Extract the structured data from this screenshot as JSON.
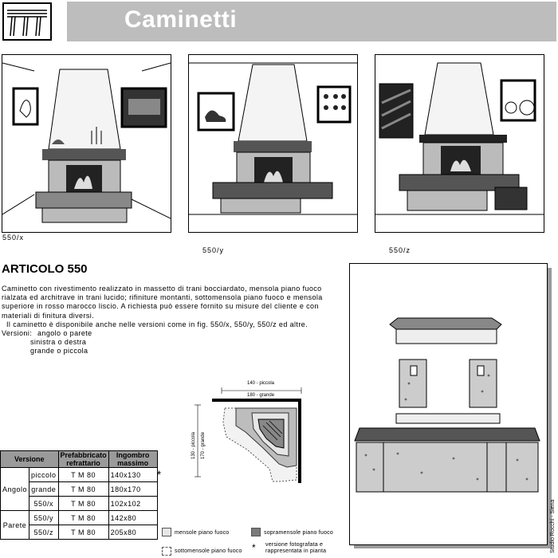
{
  "header": {
    "title": "Caminetti",
    "logo_icon": "brand-logo-icon"
  },
  "photos": [
    {
      "caption": "550/x"
    },
    {
      "caption": "550/y"
    },
    {
      "caption": "550/z"
    }
  ],
  "article": {
    "title": "ARTICOLO 550",
    "paragraphs": [
      "Caminetto con rivestimento realizzato in massetto di trani bocciardato, mensola piano fuoco rialzata ed architrave in trani lucido; rifiniture montanti, sottomensola piano fuoco e mensola superiore in rosso marocco liscio. A richiesta può essere fornito su misure del cliente e con materiali di finitura diversi.",
      "Il caminetto è disponibile anche nelle versioni come in fig. 550/x, 550/y, 550/z ed altre."
    ],
    "versions_label": "Versioni:",
    "versions": [
      "angolo o parete",
      "sinistra o destra",
      "grande o piccola"
    ]
  },
  "plan": {
    "width_top": "140 - piccola",
    "width_bottom": "180 - grande",
    "height_left": "130 - piccola",
    "height_right": "170 - grande"
  },
  "table": {
    "headers": [
      "Versione",
      "Prefabbricato refrattario",
      "Ingombro massimo"
    ],
    "groups": [
      {
        "name": "Angolo",
        "rows": [
          {
            "sub": "piccolo",
            "pref": "T M 80",
            "ingombro": "140x130",
            "star": "*"
          },
          {
            "sub": "grande",
            "pref": "T M 80",
            "ingombro": "180x170",
            "star": ""
          },
          {
            "sub": "550/x",
            "pref": "T M 80",
            "ingombro": "102x102",
            "star": ""
          }
        ]
      },
      {
        "name": "Parete",
        "rows": [
          {
            "sub": "550/y",
            "pref": "T M 80",
            "ingombro": "142x80",
            "star": ""
          },
          {
            "sub": "550/z",
            "pref": "T M 80",
            "ingombro": "205x80",
            "star": ""
          }
        ]
      }
    ]
  },
  "legend": {
    "items": [
      {
        "label": "mensole piano fuoco",
        "color": "#e6e6e6"
      },
      {
        "label": "sopramensole piano fuoco",
        "color": "#7a7a7a"
      },
      {
        "label": "sottomensole piano fuoco",
        "color": "#ffffff"
      },
      {
        "label": "versione fotografata e rappresentata in pianta",
        "symbol": "*"
      }
    ]
  },
  "credit": "Studio Rocchi - Siena",
  "colors": {
    "title_band": "#bdbdbd",
    "table_header": "#9a9a9a",
    "shadow": "#9a9a9a"
  }
}
